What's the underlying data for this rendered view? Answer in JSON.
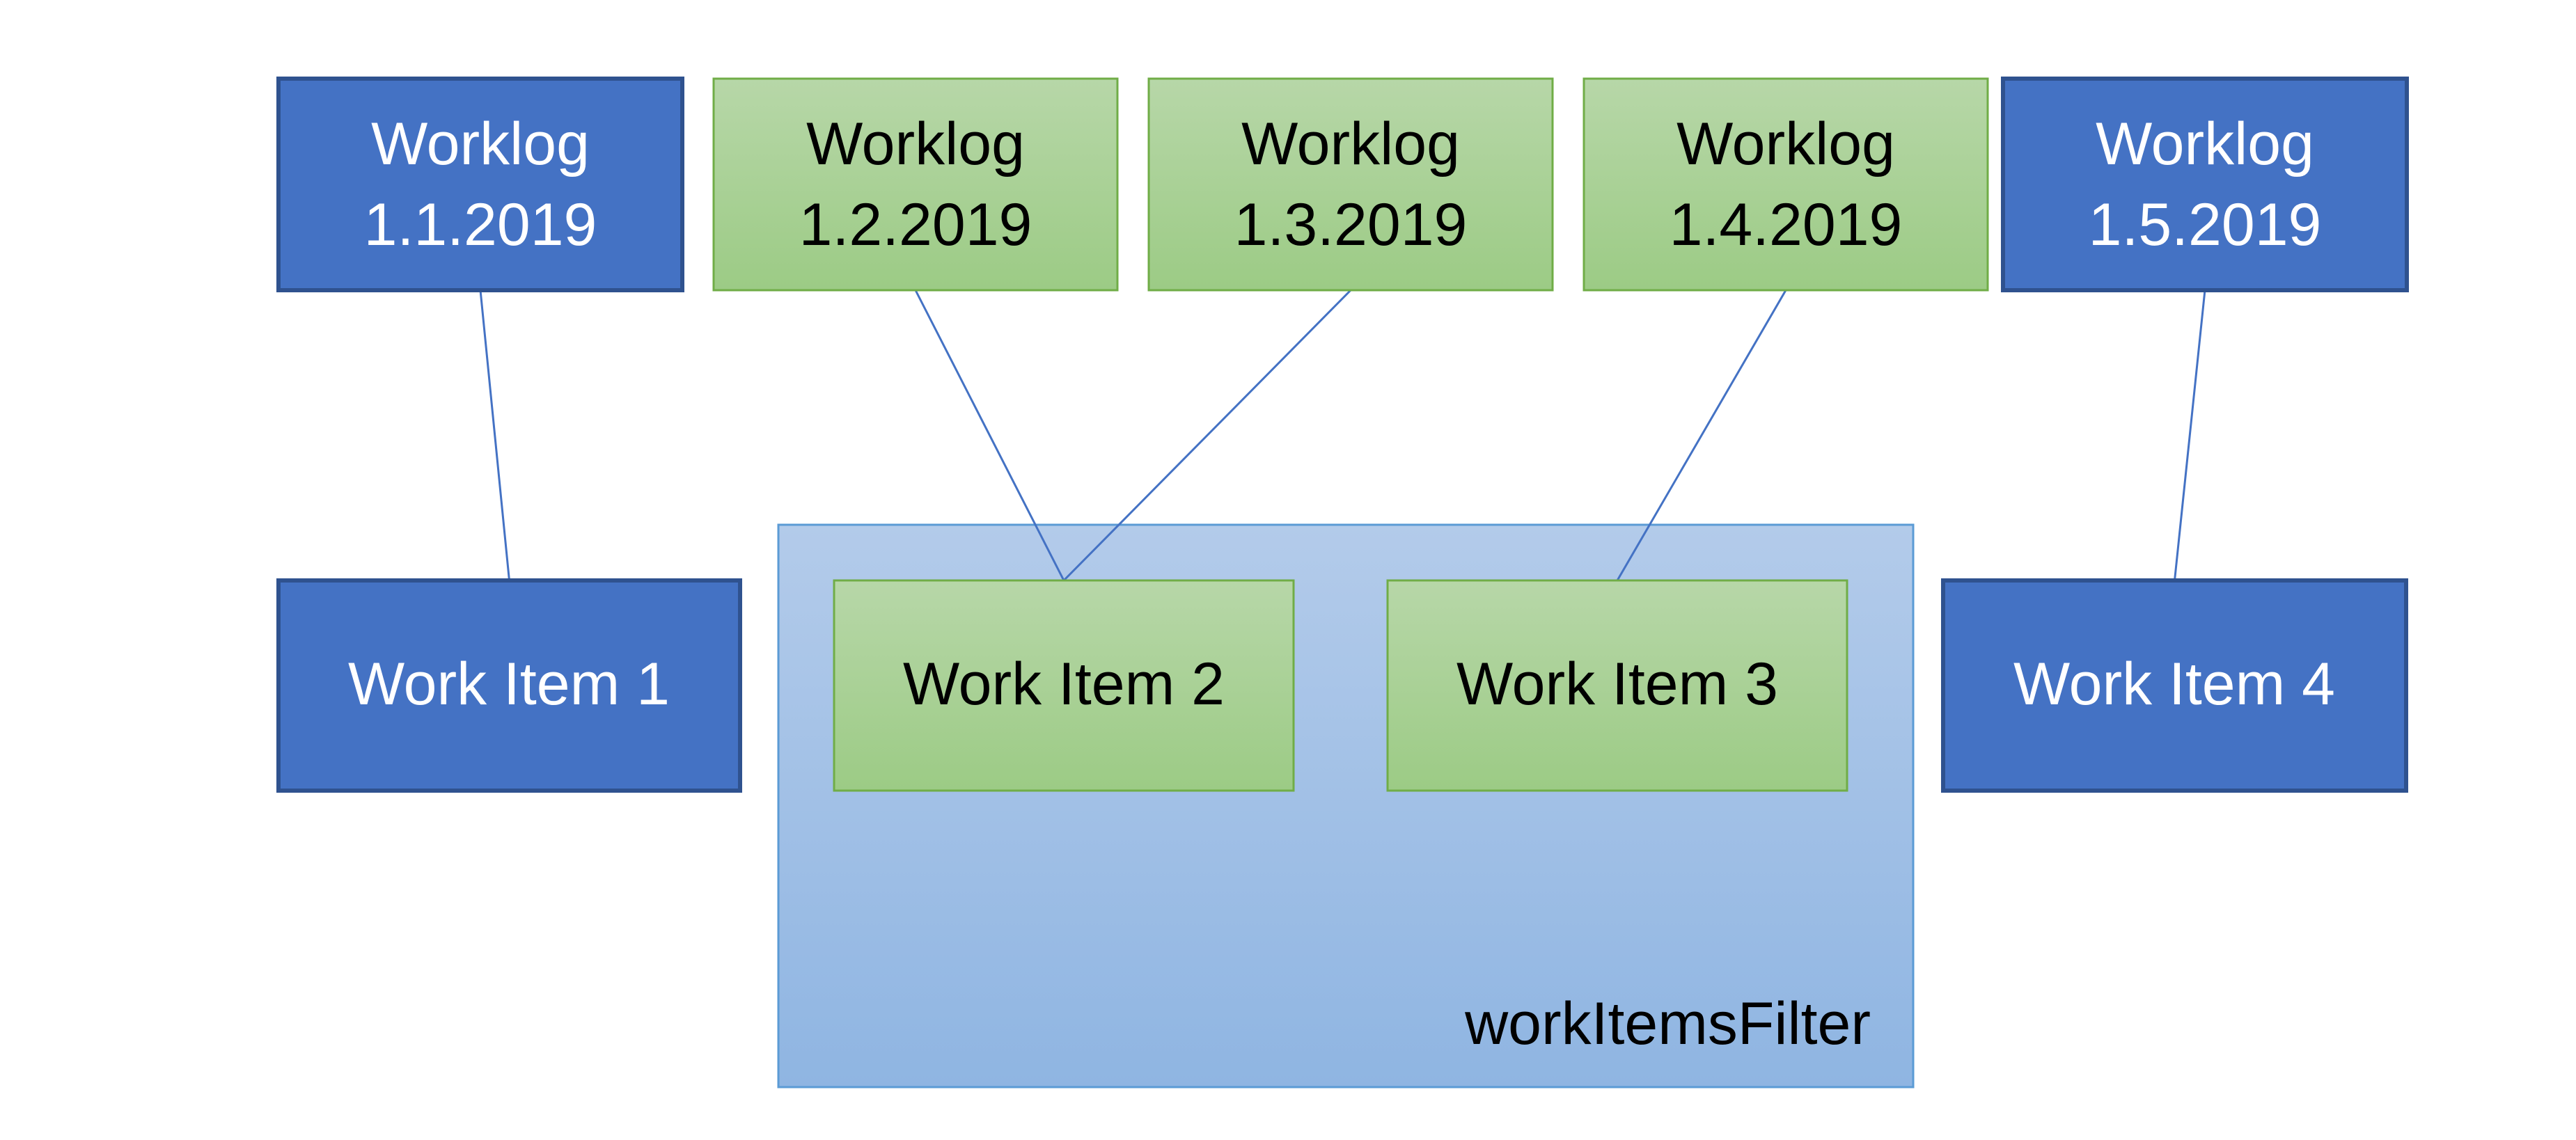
{
  "colors": {
    "blue_fill": "#4472C4",
    "blue_border": "#2F528F",
    "green_top": "#B7D7A8",
    "green_bottom": "#9CCB85",
    "green_border": "#70AD47",
    "filter_top": "#B3CBEA",
    "filter_bottom": "#8FB5E2",
    "filter_border": "#5B9BD5",
    "connector": "#4472C4",
    "text_light": "#FFFFFF",
    "text_dark": "#000000"
  },
  "worklogs": [
    {
      "line1": "Worklog",
      "line2": "1.1.2019",
      "style": "blue"
    },
    {
      "line1": "Worklog",
      "line2": "1.2.2019",
      "style": "green"
    },
    {
      "line1": "Worklog",
      "line2": "1.3.2019",
      "style": "green"
    },
    {
      "line1": "Worklog",
      "line2": "1.4.2019",
      "style": "green"
    },
    {
      "line1": "Worklog",
      "line2": "1.5.2019",
      "style": "blue"
    }
  ],
  "work_items": [
    {
      "label": "Work Item 1",
      "style": "blue"
    },
    {
      "label": "Work Item 2",
      "style": "green"
    },
    {
      "label": "Work Item 3",
      "style": "green"
    },
    {
      "label": "Work Item 4",
      "style": "blue"
    }
  ],
  "filter": {
    "label": "workItemsFilter"
  },
  "connections": [
    {
      "from": 0,
      "to": 0
    },
    {
      "from": 1,
      "to": 1
    },
    {
      "from": 2,
      "to": 1
    },
    {
      "from": 3,
      "to": 2
    },
    {
      "from": 4,
      "to": 3
    }
  ]
}
